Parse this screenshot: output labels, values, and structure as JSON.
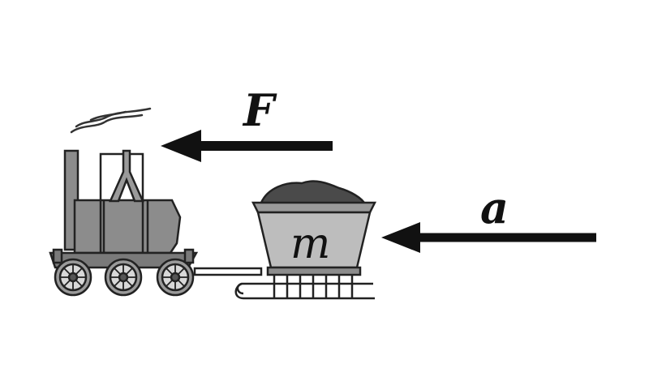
{
  "labels": {
    "force": "F",
    "acceleration": "a",
    "mass": "m"
  },
  "colors": {
    "ink": "#111111",
    "locomotive_body": "#8c8c8c",
    "wheel": "#9a9a9a",
    "cart_body": "#bdbdbd",
    "cargo": "#4a4a4a",
    "background": "#ffffff"
  }
}
